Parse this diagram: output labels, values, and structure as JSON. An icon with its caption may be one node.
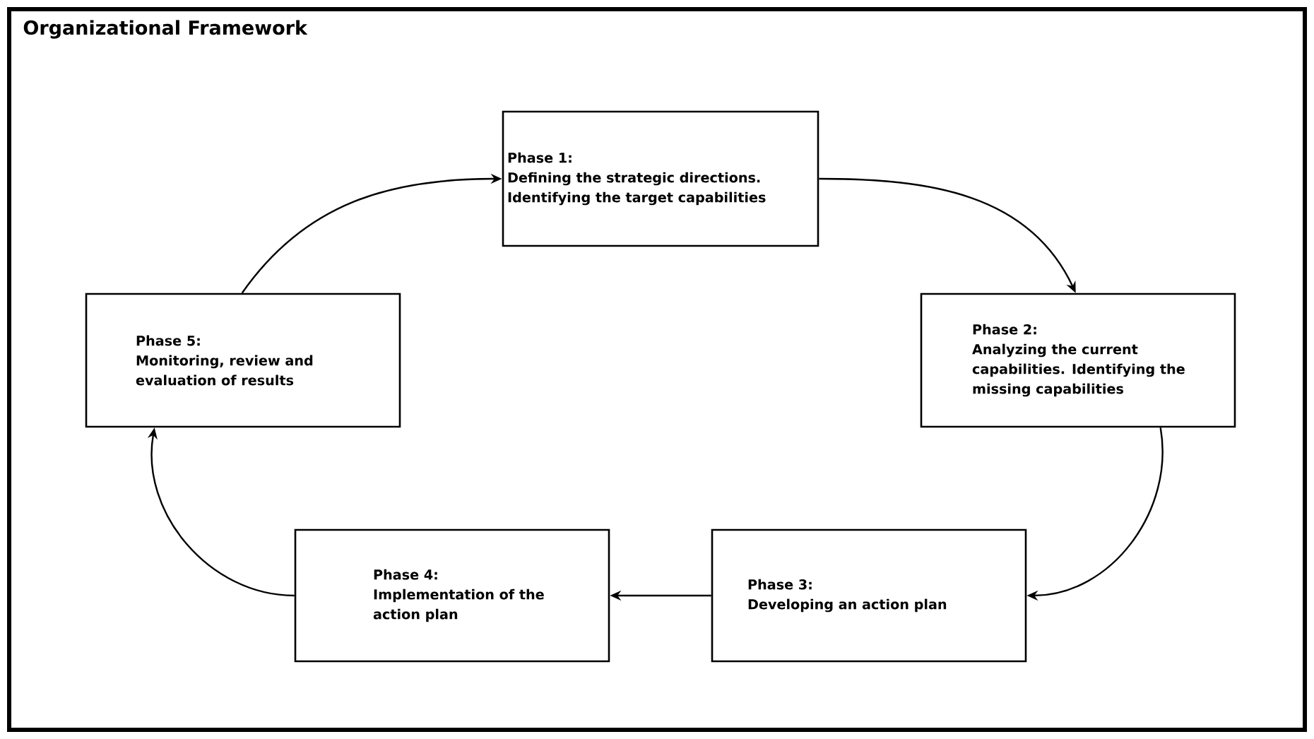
{
  "diagram": {
    "title": "Organizational Framework",
    "nodes": [
      {
        "text": [
          "Phase 1:",
          "Defining the strategic directions. Identifying the target capabilities"
        ]
      },
      {
        "text": [
          "Phase 2:",
          "Analyzing the current capabilities. Identifying the missing capabilities"
        ]
      },
      {
        "text": [
          "Phase 3:",
          "Developing an action plan"
        ]
      },
      {
        "text": [
          "Phase 4:",
          "Implementation of the action plan"
        ]
      },
      {
        "text": [
          "Phase 5:",
          "Monitoring, review and evaluation of results"
        ]
      }
    ],
    "edges": [
      {
        "from": 0,
        "to": 1,
        "arrow": "to"
      },
      {
        "from": 1,
        "to": 2,
        "arrow": "to"
      },
      {
        "from": 2,
        "to": 3,
        "arrow": "to"
      },
      {
        "from": 3,
        "to": 4,
        "arrow": "to"
      },
      {
        "from": 4,
        "to": 0,
        "arrow": "to"
      }
    ]
  }
}
